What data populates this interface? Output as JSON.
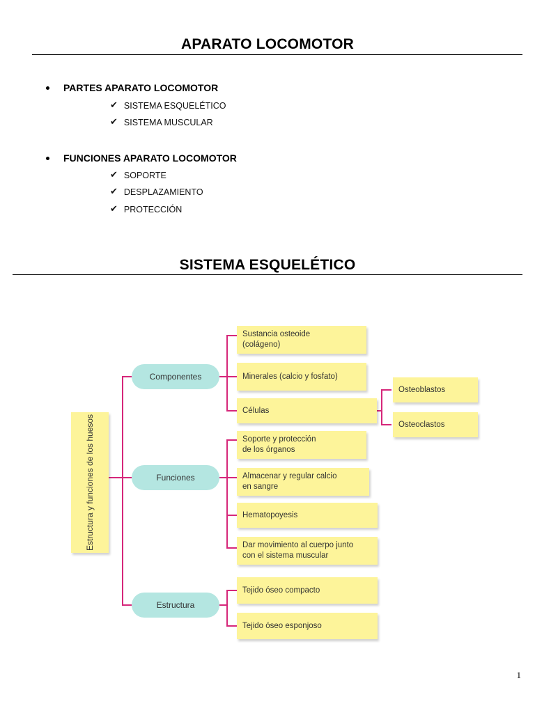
{
  "headings": {
    "aparato": "APARATO LOCOMOTOR",
    "sistema": "SISTEMA ESQUELÉTICO"
  },
  "sections": [
    {
      "title": "PARTES APARATO LOCOMOTOR",
      "items": [
        "SISTEMA ESQUELÉTICO",
        "SISTEMA MUSCULAR"
      ]
    },
    {
      "title": "FUNCIONES APARATO LOCOMOTOR",
      "items": [
        "SOPORTE",
        "DESPLAZAMIENTO",
        "PROTECCIÓN"
      ]
    }
  ],
  "icons": {
    "bullet": "bullet-dot",
    "check": "✔"
  },
  "concept_map": {
    "root": "Estructura y funciones de los huesos",
    "categories": [
      {
        "label": "Componentes",
        "leaves": [
          "Sustancia osteoide\n(colágeno)",
          "Minerales (calcio y fosfato)",
          "Células"
        ]
      },
      {
        "label": "Funciones",
        "leaves": [
          "Soporte y protección\nde los órganos",
          "Almacenar  y regular calcio\nen sangre",
          "Hematopoyesis",
          "Dar movimiento al cuerpo junto\ncon el sistema muscular"
        ]
      },
      {
        "label": "Estructura",
        "leaves": [
          "Tejido óseo compacto",
          "Tejido óseo esponjoso"
        ]
      }
    ],
    "cell_types": [
      "Osteoblastos",
      "Osteoclastos"
    ],
    "colors": {
      "connector": "#d6277a",
      "category_fill": "#b4e6e1",
      "leaf_fill": "#fdf49a"
    }
  },
  "page_number": "1"
}
